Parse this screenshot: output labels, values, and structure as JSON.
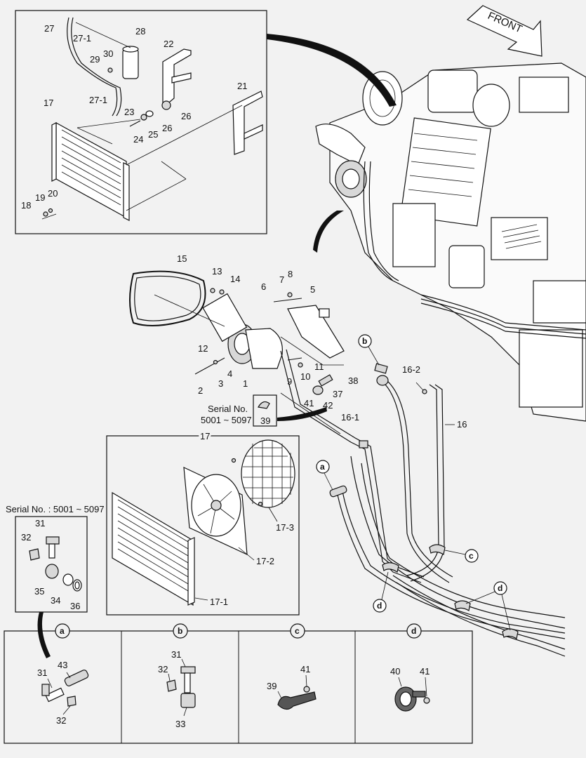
{
  "direction_label": "FRONT",
  "serial_notes": {
    "clamp_note": "Serial No.",
    "clamp_range": "5001 ~ 5097",
    "fitting_note": "Serial No. : 5001 ~ 5097"
  },
  "callouts": {
    "c2": "2",
    "c3": "3",
    "c4": "4",
    "c1": "1",
    "c5": "5",
    "c6": "6",
    "c7": "7",
    "c8": "8",
    "c9": "9",
    "c10": "10",
    "c11": "11",
    "c12": "12",
    "c13": "13",
    "c14": "14",
    "c15": "15",
    "c16": "16",
    "c16_1": "16-1",
    "c16_2": "16-2",
    "c17_top": "17",
    "c17_box": "17",
    "c17_1": "17-1",
    "c17_2": "17-2",
    "c17_3": "17-3",
    "c18": "18",
    "c19": "19",
    "c20": "20",
    "c21": "21",
    "c22": "22",
    "c23": "23",
    "c24": "24",
    "c25": "25",
    "c26a": "26",
    "c26b": "26",
    "c27": "27",
    "c27_1a": "27-1",
    "c27_1b": "27-1",
    "c28": "28",
    "c29": "29",
    "c30": "30",
    "c37": "37",
    "c38": "38",
    "c39": "39",
    "c41": "41",
    "c42": "42",
    "f31": "31",
    "f32": "32",
    "f34": "34",
    "f35": "35",
    "f36": "36"
  },
  "circle_markers": {
    "a": "a",
    "b": "b",
    "c": "c",
    "d": "d"
  },
  "detail_panels": [
    {
      "letter": "a",
      "labels": {
        "l43": "43",
        "l31": "31",
        "l32": "32"
      }
    },
    {
      "letter": "b",
      "labels": {
        "l31": "31",
        "l32": "32",
        "l33": "33"
      }
    },
    {
      "letter": "c",
      "labels": {
        "l41": "41",
        "l39": "39"
      }
    },
    {
      "letter": "d",
      "labels": {
        "l40": "40",
        "l41": "41"
      }
    }
  ]
}
